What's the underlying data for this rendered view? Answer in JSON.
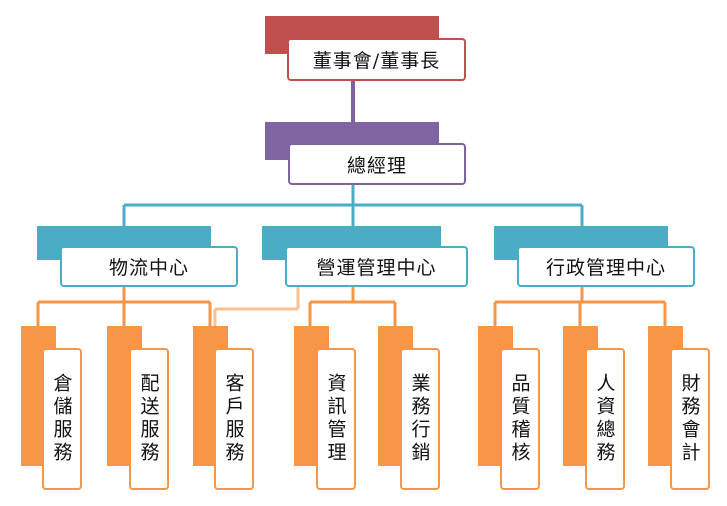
{
  "colors": {
    "board": "#c0504d",
    "gm": "#8064a2",
    "center": "#4bacc6",
    "dept": "#f79646",
    "dept_light": "#fac090",
    "line_board": "#8064a2",
    "line_center": "#4bacc6",
    "line_dept": "#f79646"
  },
  "board": {
    "label": "董事會/董事長"
  },
  "gm": {
    "label": "總經理"
  },
  "centers": [
    {
      "label": "物流中心"
    },
    {
      "label": "營運管理中心"
    },
    {
      "label": "行政管理中心"
    }
  ],
  "departments": [
    {
      "label": "倉儲服務"
    },
    {
      "label": "配送服務"
    },
    {
      "label": "客戶服務"
    },
    {
      "label": "資訊管理"
    },
    {
      "label": "業務行銷"
    },
    {
      "label": "品質稽核"
    },
    {
      "label": "人資總務"
    },
    {
      "label": "財務會計"
    }
  ]
}
